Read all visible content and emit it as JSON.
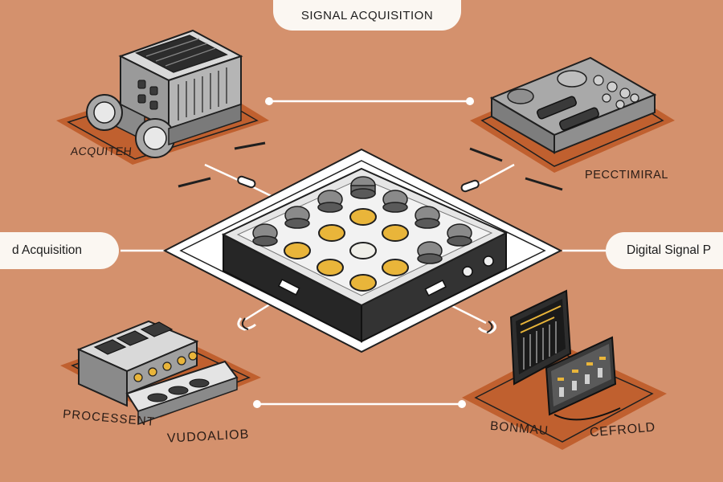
{
  "labels": {
    "top_pill": "SIGNAL ACQUISITION",
    "left_pill": "d Acquisition",
    "right_pill": "Digital Signal P",
    "device_top_left": "ACQUITEH",
    "device_top_right": "PECCTIMIRAL",
    "device_bottom_left_a": "PROCESSENT",
    "device_bottom_left_b": "VUDOALIOB",
    "device_bottom_right_a": "BONMAU",
    "device_bottom_right_b": "CEFROLD"
  },
  "colors": {
    "background": "#d4916d",
    "pill": "#fbf7f2",
    "platform": "#c0602f",
    "outline": "#1f1f1f",
    "device_grey": "#8d8d8d",
    "accent_gold": "#e9b53a"
  },
  "icons": [
    "robot-module-icon",
    "control-panel-icon",
    "audio-mixer-icon",
    "monitor-display-icon",
    "signal-hub-icon"
  ]
}
